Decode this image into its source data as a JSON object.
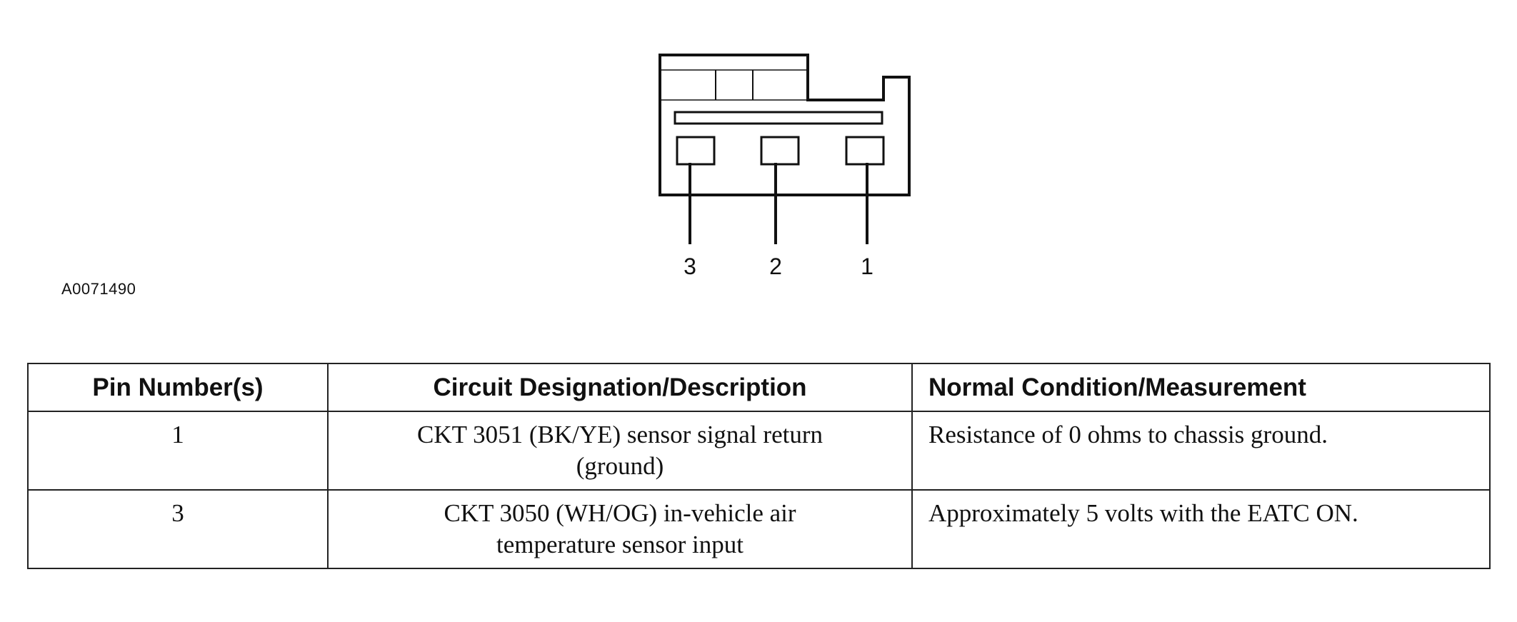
{
  "figure": {
    "id": "A0071490",
    "pin_labels": [
      "3",
      "2",
      "1"
    ]
  },
  "table": {
    "headers": [
      "Pin Number(s)",
      "Circuit Designation/Description",
      "Normal Condition/Measurement"
    ],
    "rows": [
      {
        "pin": "1",
        "circuit_line1": "CKT 3051 (BK/YE) sensor signal return",
        "circuit_line2": "(ground)",
        "measurement": "Resistance of 0 ohms to chassis ground."
      },
      {
        "pin": "3",
        "circuit_line1": "CKT 3050 (WH/OG) in-vehicle air",
        "circuit_line2": "temperature sensor input",
        "measurement": "Approximately 5 volts with the EATC ON."
      }
    ]
  }
}
